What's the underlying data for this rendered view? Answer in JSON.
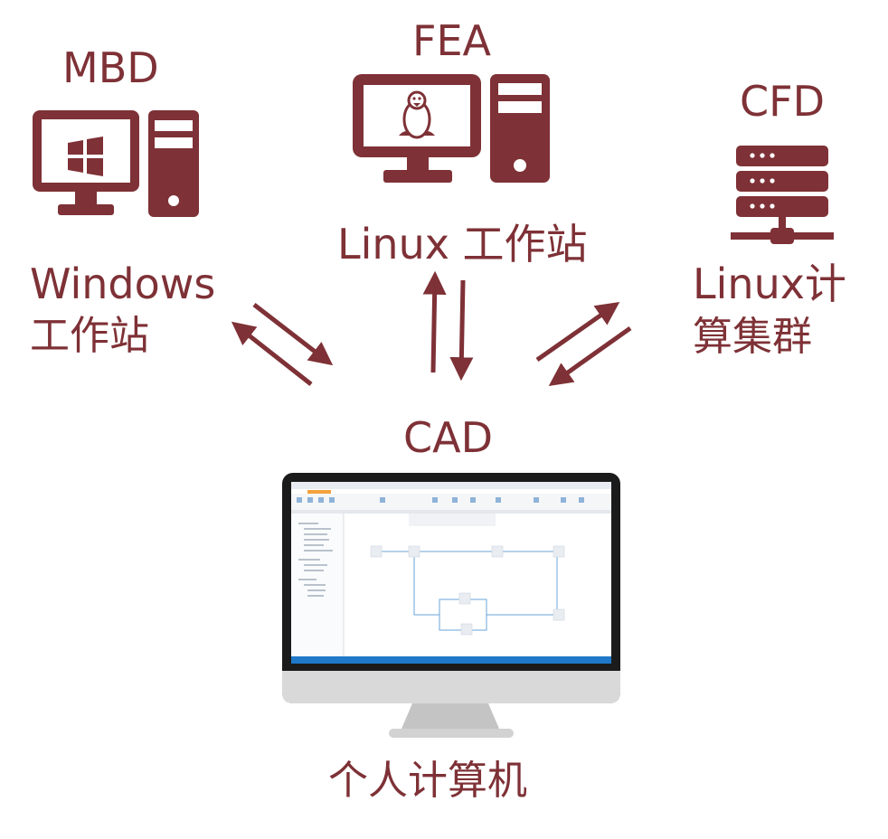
{
  "colors": {
    "accent": "#7e3136",
    "screen_ui_blue": "#1f78c8"
  },
  "nodes": {
    "mbd": {
      "title": "MBD",
      "icon": "windows-desktop-icon",
      "line1": "Windows",
      "line2": "工作站"
    },
    "fea": {
      "title": "FEA",
      "icon": "linux-desktop-icon",
      "line1": "Linux 工作站"
    },
    "cfd": {
      "title": "CFD",
      "icon": "server-rack-icon",
      "line1": "Linux计",
      "line2": "算集群"
    },
    "cad": {
      "title": "CAD",
      "icon": "imac-monitor-icon",
      "line1": "个人计算机"
    }
  },
  "edges": [
    {
      "from": "mbd",
      "to": "cad",
      "direction": "bidirectional"
    },
    {
      "from": "fea",
      "to": "cad",
      "direction": "bidirectional"
    },
    {
      "from": "cfd",
      "to": "cad",
      "direction": "bidirectional"
    }
  ]
}
